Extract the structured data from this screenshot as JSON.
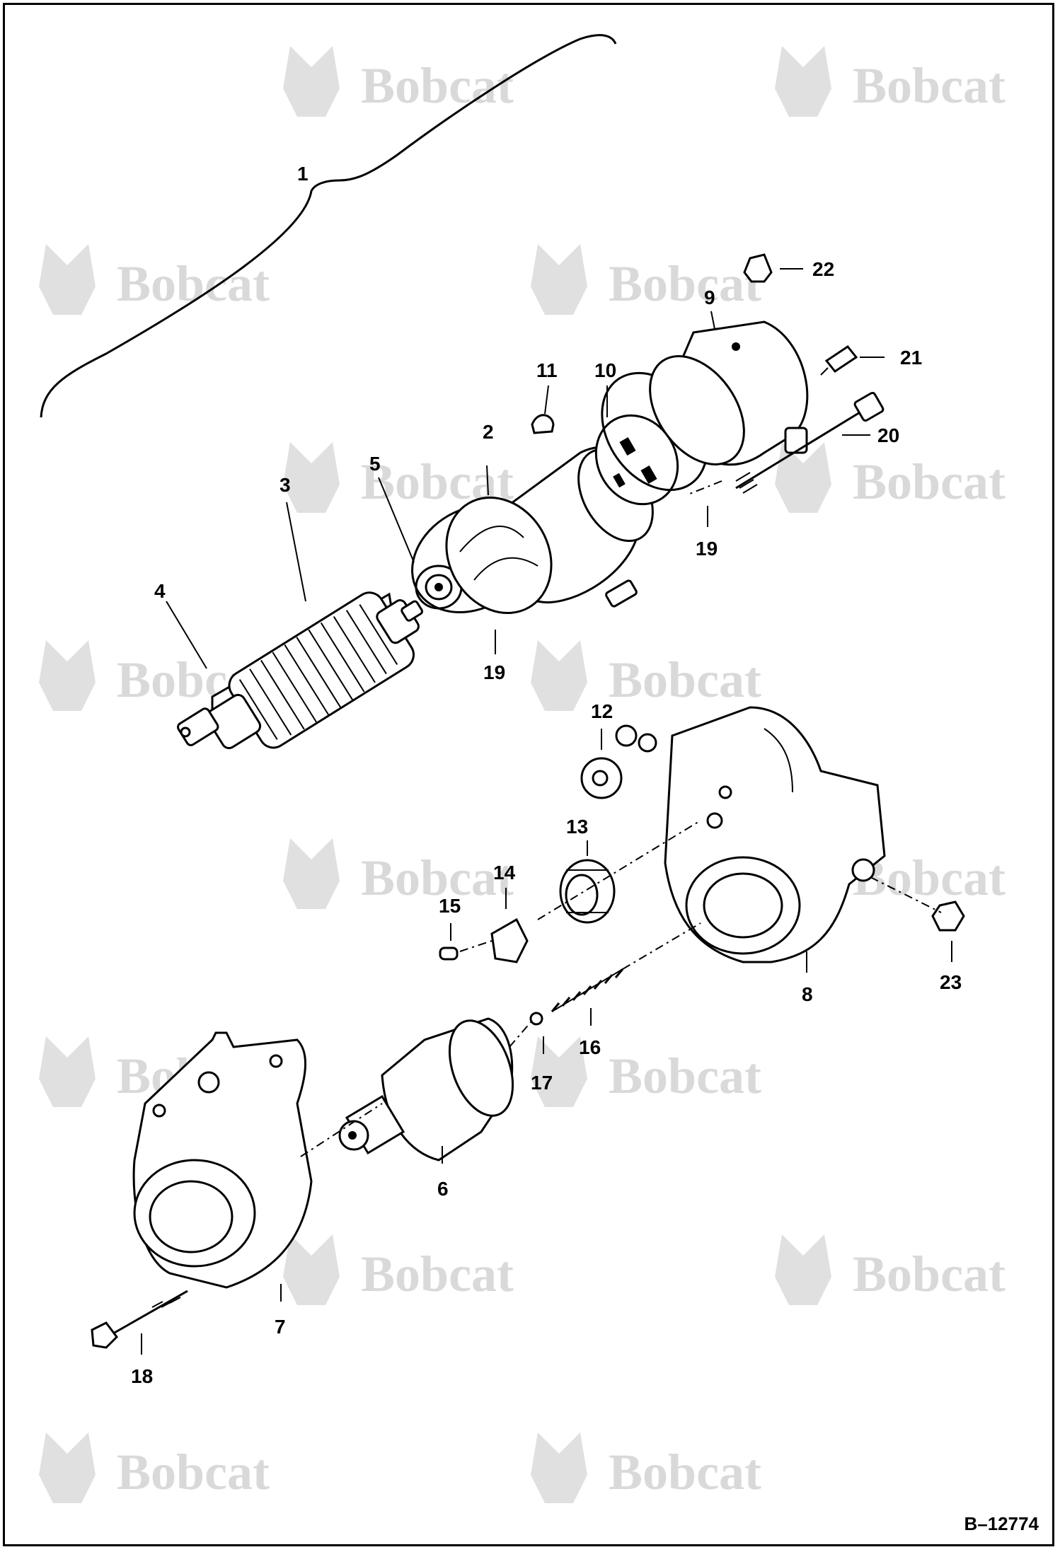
{
  "diagram": {
    "watermark_brand": "Bobcat",
    "figure_number": "B–12774",
    "callouts": {
      "c1": "1",
      "c2": "2",
      "c3": "3",
      "c4": "4",
      "c5": "5",
      "c6": "6",
      "c7": "7",
      "c8": "8",
      "c9": "9",
      "c10": "10",
      "c11": "11",
      "c12": "12",
      "c13": "13",
      "c14": "14",
      "c15": "15",
      "c16": "16",
      "c17": "17",
      "c18": "18",
      "c19a": "19",
      "c19b": "19",
      "c20": "20",
      "c21": "21",
      "c22": "22",
      "c23": "23"
    }
  }
}
